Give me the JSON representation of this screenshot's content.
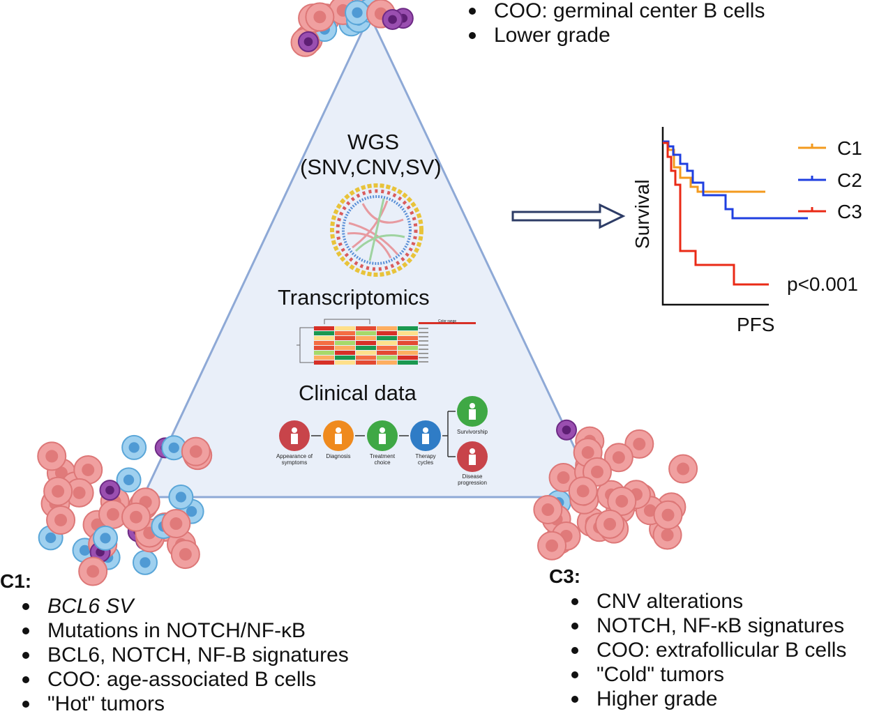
{
  "top_cluster": {
    "items": [
      "COO: germinal center B cells",
      "Lower grade"
    ]
  },
  "center": {
    "wgs_title": "WGS",
    "wgs_subtitle": "(SNV,CNV,SV)",
    "transcriptomics": "Transcriptomics",
    "clinical": "Clinical data",
    "heatmap_legend": "Color range",
    "flow": [
      {
        "label": "Appearance of symptoms",
        "color": "#c8444a",
        "icon": "patient-iv-icon"
      },
      {
        "label": "Diagnosis",
        "color": "#ef8a1e",
        "icon": "magnifier-icon"
      },
      {
        "label": "Treatment choice",
        "color": "#3fa845",
        "icon": "hospital-pills-icon"
      },
      {
        "label": "Therapy cycles",
        "color": "#2f7cc6",
        "icon": "hospital-bed-icon"
      },
      {
        "label": "Survivorship",
        "color": "#3fa845",
        "icon": "person-icon"
      },
      {
        "label": "Disease progression",
        "color": "#c8444a",
        "icon": "patient-iv-icon"
      }
    ]
  },
  "survival": {
    "ylabel": "Survival",
    "xlabel": "PFS",
    "pvalue": "p<0.001",
    "legend": [
      {
        "name": "C1",
        "color": "#f39a1e"
      },
      {
        "name": "C2",
        "color": "#1f3fe0"
      },
      {
        "name": "C3",
        "color": "#ea2a16"
      }
    ]
  },
  "c1": {
    "title": "C1:",
    "items": [
      "BCL6 SV",
      "Mutations in NOTCH/NF-κB",
      "BCL6, NOTCH, NF-B signatures",
      "COO: age-associated B cells",
      "\"Hot\" tumors"
    ]
  },
  "c3": {
    "title": "C3:",
    "items": [
      "CNV alterations",
      "NOTCH, NF-κB signatures",
      "COO: extrafollicular B cells",
      "\"Cold\" tumors",
      "Higher grade"
    ]
  }
}
